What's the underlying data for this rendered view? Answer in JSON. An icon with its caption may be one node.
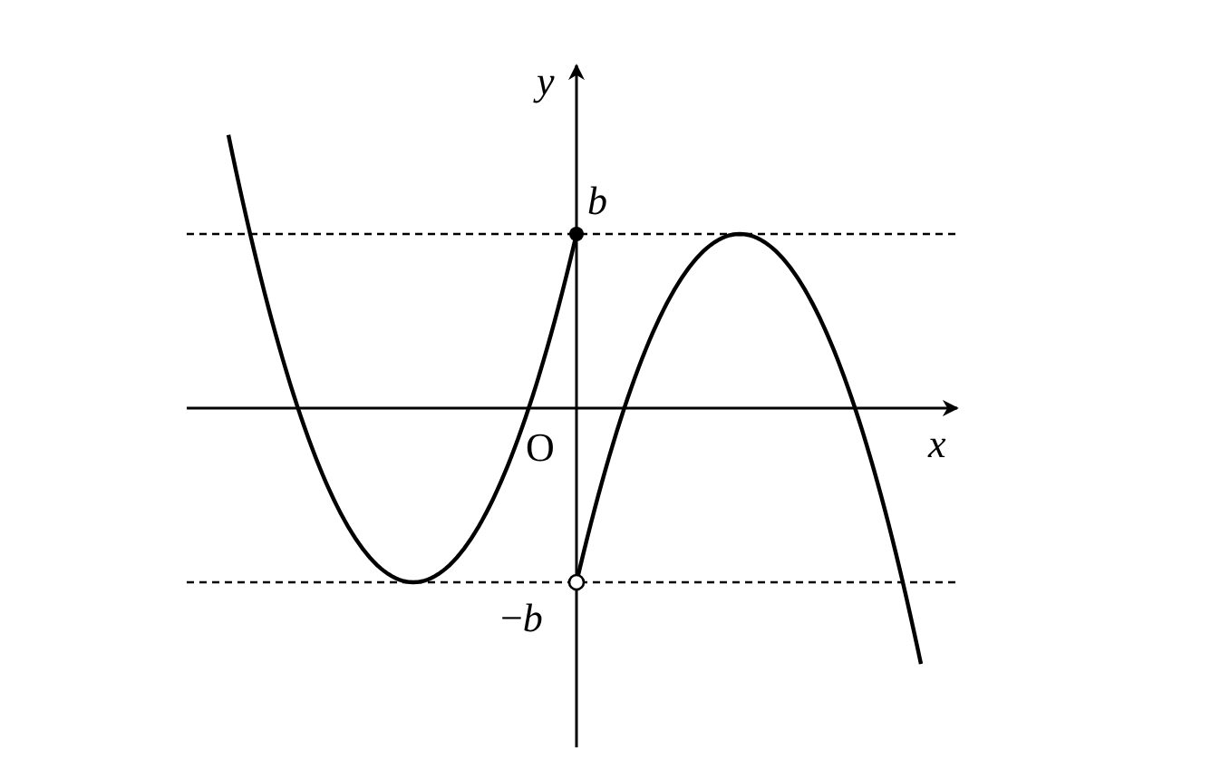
{
  "diagram": {
    "labels": [
      "*y*",
      "*b*",
      "*x*",
      "O",
      "−*b*"
    ]
  }
}
